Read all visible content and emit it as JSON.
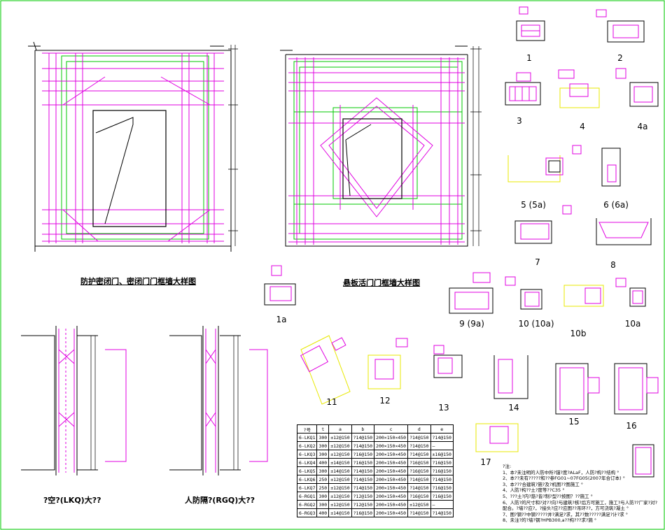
{
  "titles": {
    "left_detail": "防护密闭门、密闭门门框墙大样图",
    "middle_detail": "悬板活门门框墙大样图",
    "middle_sub": "",
    "lkq": "?空?(LKQ)大??",
    "rgq": "人防隔?(RGQ)大??"
  },
  "section_numbers": [
    "1",
    "2",
    "3",
    "4",
    "4a",
    "5 (5a)",
    "6 (6a)",
    "7",
    "8",
    "1a",
    "9 (9a)",
    "10 (10a)",
    "10b",
    "10a",
    "11",
    "12",
    "13",
    "14",
    "15",
    "16",
    "17"
  ],
  "table": {
    "header": [
      "?号",
      "t",
      "a",
      "b",
      "c",
      "d",
      "e"
    ],
    "rows": [
      [
        "6-LKQ1",
        "300",
        "±12@150",
        "?14@150",
        "200×150×450",
        "?14@150",
        "?14@150"
      ],
      [
        "6-LKQ2",
        "300",
        "±12@150",
        "?14@150",
        "200×150×450",
        "?14@150",
        "—"
      ],
      [
        "6-LKQ3",
        "300",
        "±12@150",
        "?16@150",
        "200×150×450",
        "?14@150",
        "±16@150"
      ],
      [
        "6-LKQ4",
        "400",
        "±14@150",
        "?16@150",
        "200×150×450",
        "?16@150",
        "?16@150"
      ],
      [
        "6-LKQ5",
        "300",
        "±14@150",
        "?14@150",
        "200×150×450",
        "?16@150",
        "?16@150"
      ],
      [
        "6-LKQ6",
        "250",
        "±12@150",
        "?14@150",
        "200×150×450",
        "?14@150",
        "?14@150"
      ],
      [
        "6-LKQ7",
        "250",
        "±12@150",
        "?14@150",
        "200×150×450",
        "?14@150",
        "?16@150"
      ],
      [
        "6-RGQ1",
        "300",
        "±12@150",
        "?12@150",
        "200×150×450",
        "?16@150",
        "?16@150"
      ],
      [
        "6-RGQ2",
        "300",
        "±12@150",
        "?12@150",
        "200×150×450",
        "±12@150",
        "—"
      ],
      [
        "6-RGQ3",
        "400",
        "±14@150",
        "?16@150",
        "200×150×450",
        "?14@150",
        "?14@150"
      ]
    ]
  },
  "notes": {
    "title": "?注:",
    "lines": [
      "1、本?未注明的人防中所?锚?度?ALaF，人防?构??结构 °",
      "2、本??未有?????和??参FG01~07FG05(2007年合订本) °",
      "3、本???合建筑?施?及?机图??图施工 °",
      "4、人防?构??土?度等??C35 °",
      "5、???土?内?筋?皆?制?型??按图？??施工 °",
      "6、人防?的尺寸和?对??向?与建筑?核?后方可施工，施工?与人防??厂家?对?",
      "   配合。?墙??应?，?接头?应??应图??吊环??，方可浇筑?凝土 °",
      "7、图?钢??中钢?????并?满足?求，其??数?????满足?计?求 °",
      "8、未注?的?墙?钢?HPB300,a??构???求?施 °"
    ]
  },
  "colors": {
    "magenta": "#e000e0",
    "green": "#00c800",
    "black": "#000000",
    "yellow": "#e8e800"
  }
}
